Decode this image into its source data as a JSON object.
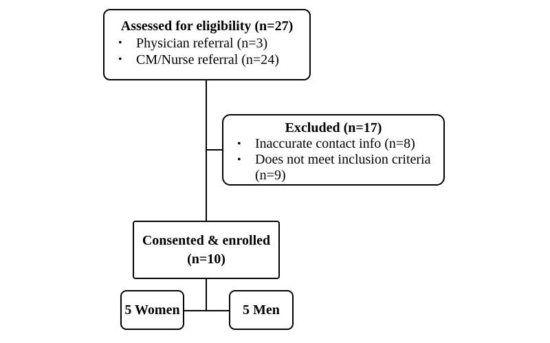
{
  "diagram": {
    "background": "#ffffff",
    "line_color": "#000000",
    "border_color": "#000000",
    "text_color": "#000000",
    "bullet_glyph": "•",
    "boxes": {
      "assessed": {
        "title": "Assessed for eligibility (n=27)",
        "bullets": [
          "Physician referral (n=3)",
          "CM/Nurse referral (n=24)"
        ]
      },
      "excluded": {
        "title": "Excluded (n=17)",
        "bullets": [
          "Inaccurate contact info (n=8)",
          "Does not meet inclusion criteria (n=9)"
        ]
      },
      "consented": {
        "title": "Consented & enrolled",
        "subtitle": "(n=10)"
      },
      "women": {
        "label": "5 Women"
      },
      "men": {
        "label": "5 Men"
      }
    }
  }
}
